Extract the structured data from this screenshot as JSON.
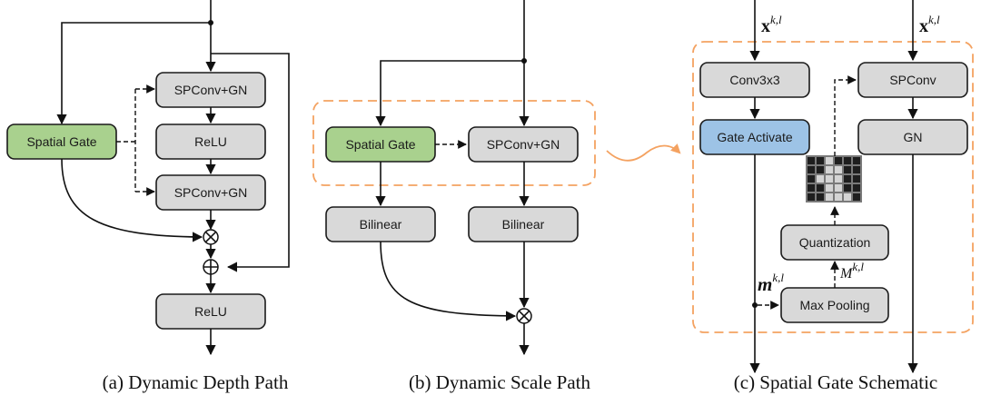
{
  "panels": {
    "a": {
      "caption": "(a) Dynamic Depth Path",
      "boxes": {
        "spatial_gate": "Spatial Gate",
        "spconv_gn_1": "SPConv+GN",
        "relu_1": "ReLU",
        "spconv_gn_2": "SPConv+GN",
        "relu_2": "ReLU"
      },
      "operators": [
        "multiply",
        "add"
      ]
    },
    "b": {
      "caption": "(b) Dynamic Scale Path",
      "boxes": {
        "spatial_gate": "Spatial Gate",
        "spconv_gn": "SPConv+GN",
        "bilinear_left": "Bilinear",
        "bilinear_right": "Bilinear"
      },
      "operators": [
        "multiply"
      ]
    },
    "c": {
      "caption": "(c) Spatial Gate Schematic",
      "boxes": {
        "conv3x3": "Conv3x3",
        "gate_activate": "Gate Activate",
        "spconv": "SPConv",
        "gn": "GN",
        "quantization": "Quantization",
        "max_pooling": "Max Pooling"
      },
      "labels": {
        "input_left_base": "x",
        "input_left_sup": "k,l",
        "input_right_base": "x",
        "input_right_sup": "k,l",
        "mask_base": "m",
        "mask_sup": "k,l",
        "pooled_base": "M",
        "pooled_sup": "k,l"
      },
      "mask_grid": [
        [
          1,
          1,
          0,
          1,
          1,
          1
        ],
        [
          1,
          1,
          0,
          0,
          1,
          1
        ],
        [
          1,
          0,
          0,
          0,
          1,
          1
        ],
        [
          1,
          1,
          0,
          0,
          1,
          1
        ],
        [
          1,
          1,
          0,
          0,
          0,
          1
        ]
      ]
    }
  },
  "colors": {
    "box_gray": "#d9d9d9",
    "spatial_gate_green": "#a9d18e",
    "gate_activate_blue": "#9dc3e6",
    "highlight_orange": "#f4a261",
    "grid_dark": "#1e1e1e",
    "grid_light": "#d4d4d4"
  }
}
